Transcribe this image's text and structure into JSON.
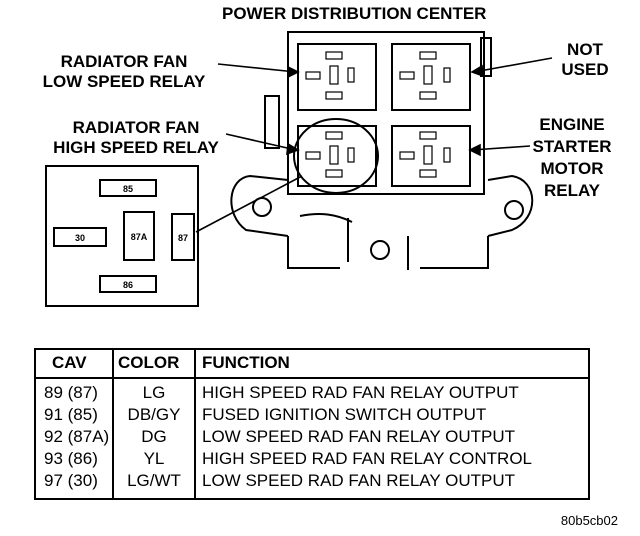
{
  "title": "POWER DISTRIBUTION CENTER",
  "labels": {
    "low_relay": [
      "RADIATOR FAN",
      "LOW SPEED RELAY"
    ],
    "high_relay": [
      "RADIATOR FAN",
      "HIGH SPEED RELAY"
    ],
    "not_used": [
      "NOT",
      "USED"
    ],
    "starter": [
      "ENGINE",
      "STARTER",
      "MOTOR",
      "RELAY"
    ]
  },
  "relay_pins": {
    "p85": "85",
    "p30": "30",
    "p87a": "87A",
    "p87": "87",
    "p86": "86"
  },
  "table": {
    "headers": {
      "cav": "CAV",
      "color": "COLOR",
      "function": "FUNCTION"
    },
    "rows": [
      {
        "cav": "89 (87)",
        "color": "LG",
        "function": "HIGH SPEED RAD FAN RELAY OUTPUT"
      },
      {
        "cav": "91 (85)",
        "color": "DB/GY",
        "function": "FUSED IGNITION SWITCH OUTPUT"
      },
      {
        "cav": "92 (87A)",
        "color": "DG",
        "function": "LOW SPEED RAD FAN RELAY OUTPUT"
      },
      {
        "cav": "93 (86)",
        "color": "YL",
        "function": "HIGH SPEED RAD FAN RELAY CONTROL"
      },
      {
        "cav": "97 (30)",
        "color": "LG/WT",
        "function": "LOW SPEED RAD FAN RELAY OUTPUT"
      }
    ]
  },
  "figure_code": "80b5cb02"
}
